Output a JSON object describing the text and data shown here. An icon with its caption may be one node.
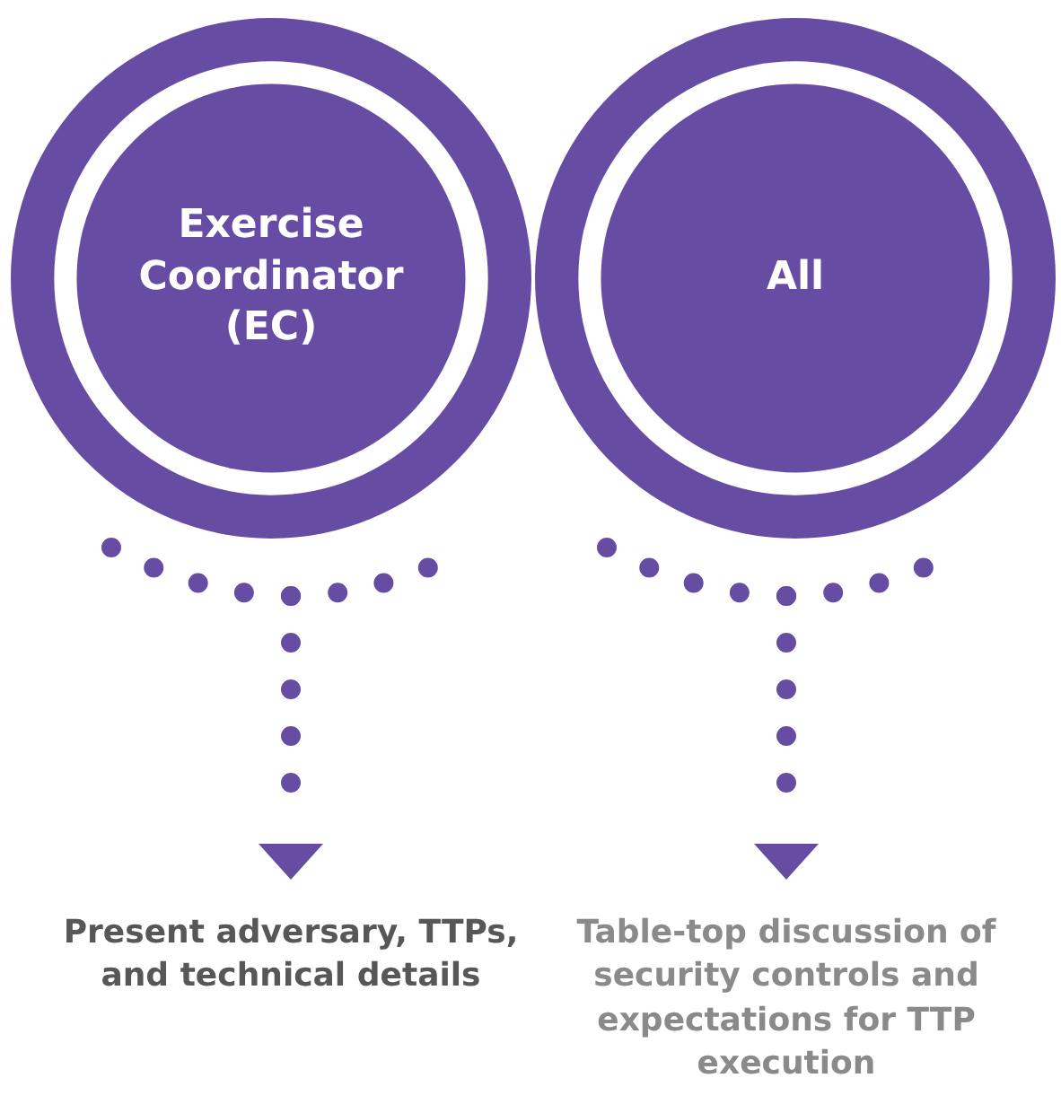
{
  "diagram": {
    "nodes": [
      {
        "text": [
          "Exercise Coordinator (EC)"
        ]
      },
      {
        "text": [
          "All"
        ]
      },
      {
        "text": [
          "Present adversary, TTPs, and technical details"
        ]
      },
      {
        "text": [
          "Table-top discussion of security controls and expectations for TTP execution"
        ]
      }
    ],
    "edges": [
      {
        "from": 0,
        "to": 2,
        "arrow": "to",
        "style": "dashed"
      },
      {
        "from": 1,
        "to": 3,
        "arrow": "to",
        "style": "dashed"
      }
    ]
  }
}
